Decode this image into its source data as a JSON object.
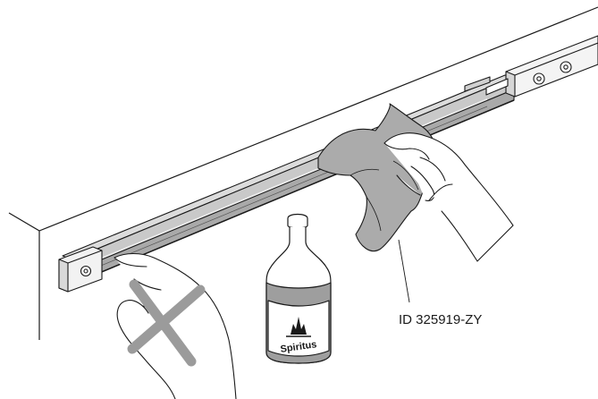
{
  "figure": {
    "bottle_label": "Spiritus",
    "document_id": "ID 325919-ZY"
  },
  "colors": {
    "line": "#1a1a1a",
    "rail_grey": "#c8c8c8",
    "rail_light": "#e4e4e4",
    "rail_dark": "#9a9a9a",
    "cloth": "#a9a9a9",
    "liquid": "#9e9e9e",
    "cross": "#9b9b9b",
    "background": "#ffffff"
  },
  "icons": {
    "bottle_symbol": "flammable-symbol",
    "prohibited": "cross-mark"
  }
}
